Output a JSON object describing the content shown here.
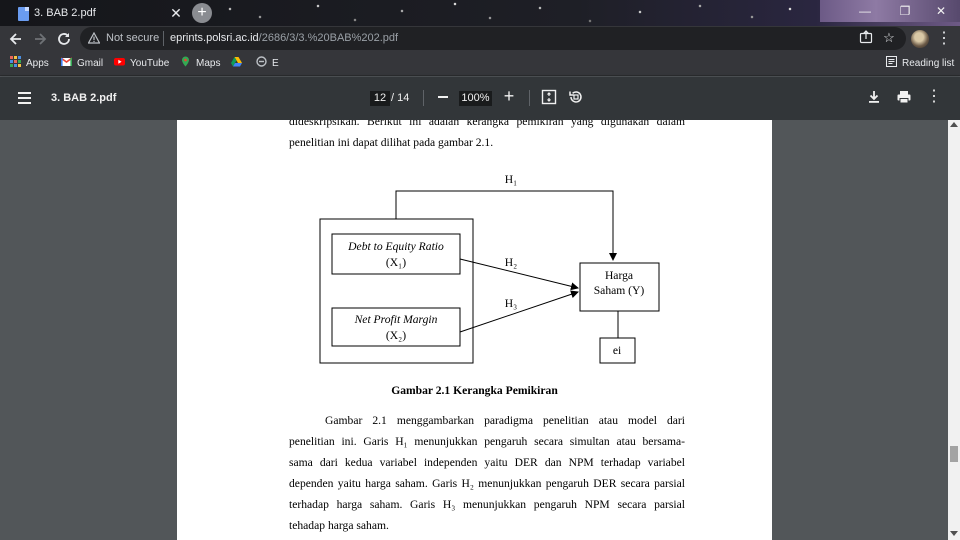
{
  "browser": {
    "tab_title": "3. BAB 2.pdf",
    "tab_close": "✕",
    "new_tab": "+",
    "security_label": "Not secure",
    "url_host": "eprints.polsri.ac.id",
    "url_path": "/2686/3/3.%20BAB%202.pdf",
    "reading_list": "Reading list",
    "bookmarks": [
      {
        "label": "Apps",
        "icon": "apps-grid-icon"
      },
      {
        "label": "Gmail",
        "icon": "gmail-icon"
      },
      {
        "label": "YouTube",
        "icon": "youtube-icon"
      },
      {
        "label": "Maps",
        "icon": "maps-pin-icon"
      },
      {
        "label": "",
        "icon": "google-drive-icon"
      },
      {
        "label": "E",
        "icon": "edge-extension-icon"
      }
    ]
  },
  "pdf_toolbar": {
    "title": "3. BAB 2.pdf",
    "current_page": "12",
    "total_pages": "/ 14",
    "zoom": "100%"
  },
  "document": {
    "top_lines": [
      "dideskripsikan. Berikut ini adalah kerangka pemikiran yang digunakan dalam",
      "penelitian ini dapat dilihat pada gambar 2.1."
    ],
    "diagram": {
      "box_x1_title": "Debt to Equity Ratio",
      "box_x1_var": "(X₁)",
      "box_x2_title": "Net Profit Margin",
      "box_x2_var": "(X₂)",
      "box_y_line1": "Harga",
      "box_y_line2": "Saham (Y)",
      "box_error": "ei",
      "label_h1": "H₁",
      "label_h2": "H₂",
      "label_h3": "H₃"
    },
    "caption": "Gambar 2.1 Kerangka Pemikiran",
    "paragraph_lines": [
      "Gambar 2.1 menggambarkan paradigma penelitian atau model dari",
      "penelitian ini. Garis H₁ menunjukkan pengaruh secara simultan atau bersama-",
      "sama dari kedua variabel independen yaitu DER dan NPM terhadap variabel",
      "dependen yaitu harga saham. Garis H₂ menunjukkan pengaruh DER secara parsial",
      "terhadap harga saham. Garis H₃ menunjukkan pengaruh NPM secara parsial",
      "tehadap harga saham."
    ]
  },
  "colors": {
    "tab_strip": "#1c1d22",
    "toolbar": "#35363a",
    "pdf_toolbar": "#323639",
    "viewer_bg": "#525659",
    "page": "#ffffff"
  }
}
